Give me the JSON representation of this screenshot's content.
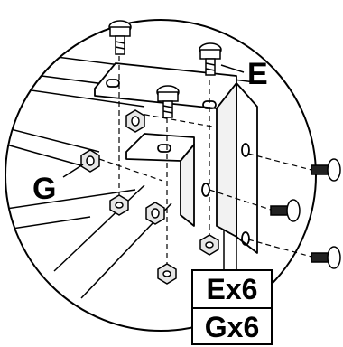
{
  "callouts": {
    "screw_label": "E",
    "nut_label": "G"
  },
  "quantities": {
    "screw": "Ex6",
    "nut": "Gx6"
  },
  "colors": {
    "line": "#000000",
    "background": "#ffffff",
    "part_shade": "#e6e6e6"
  }
}
